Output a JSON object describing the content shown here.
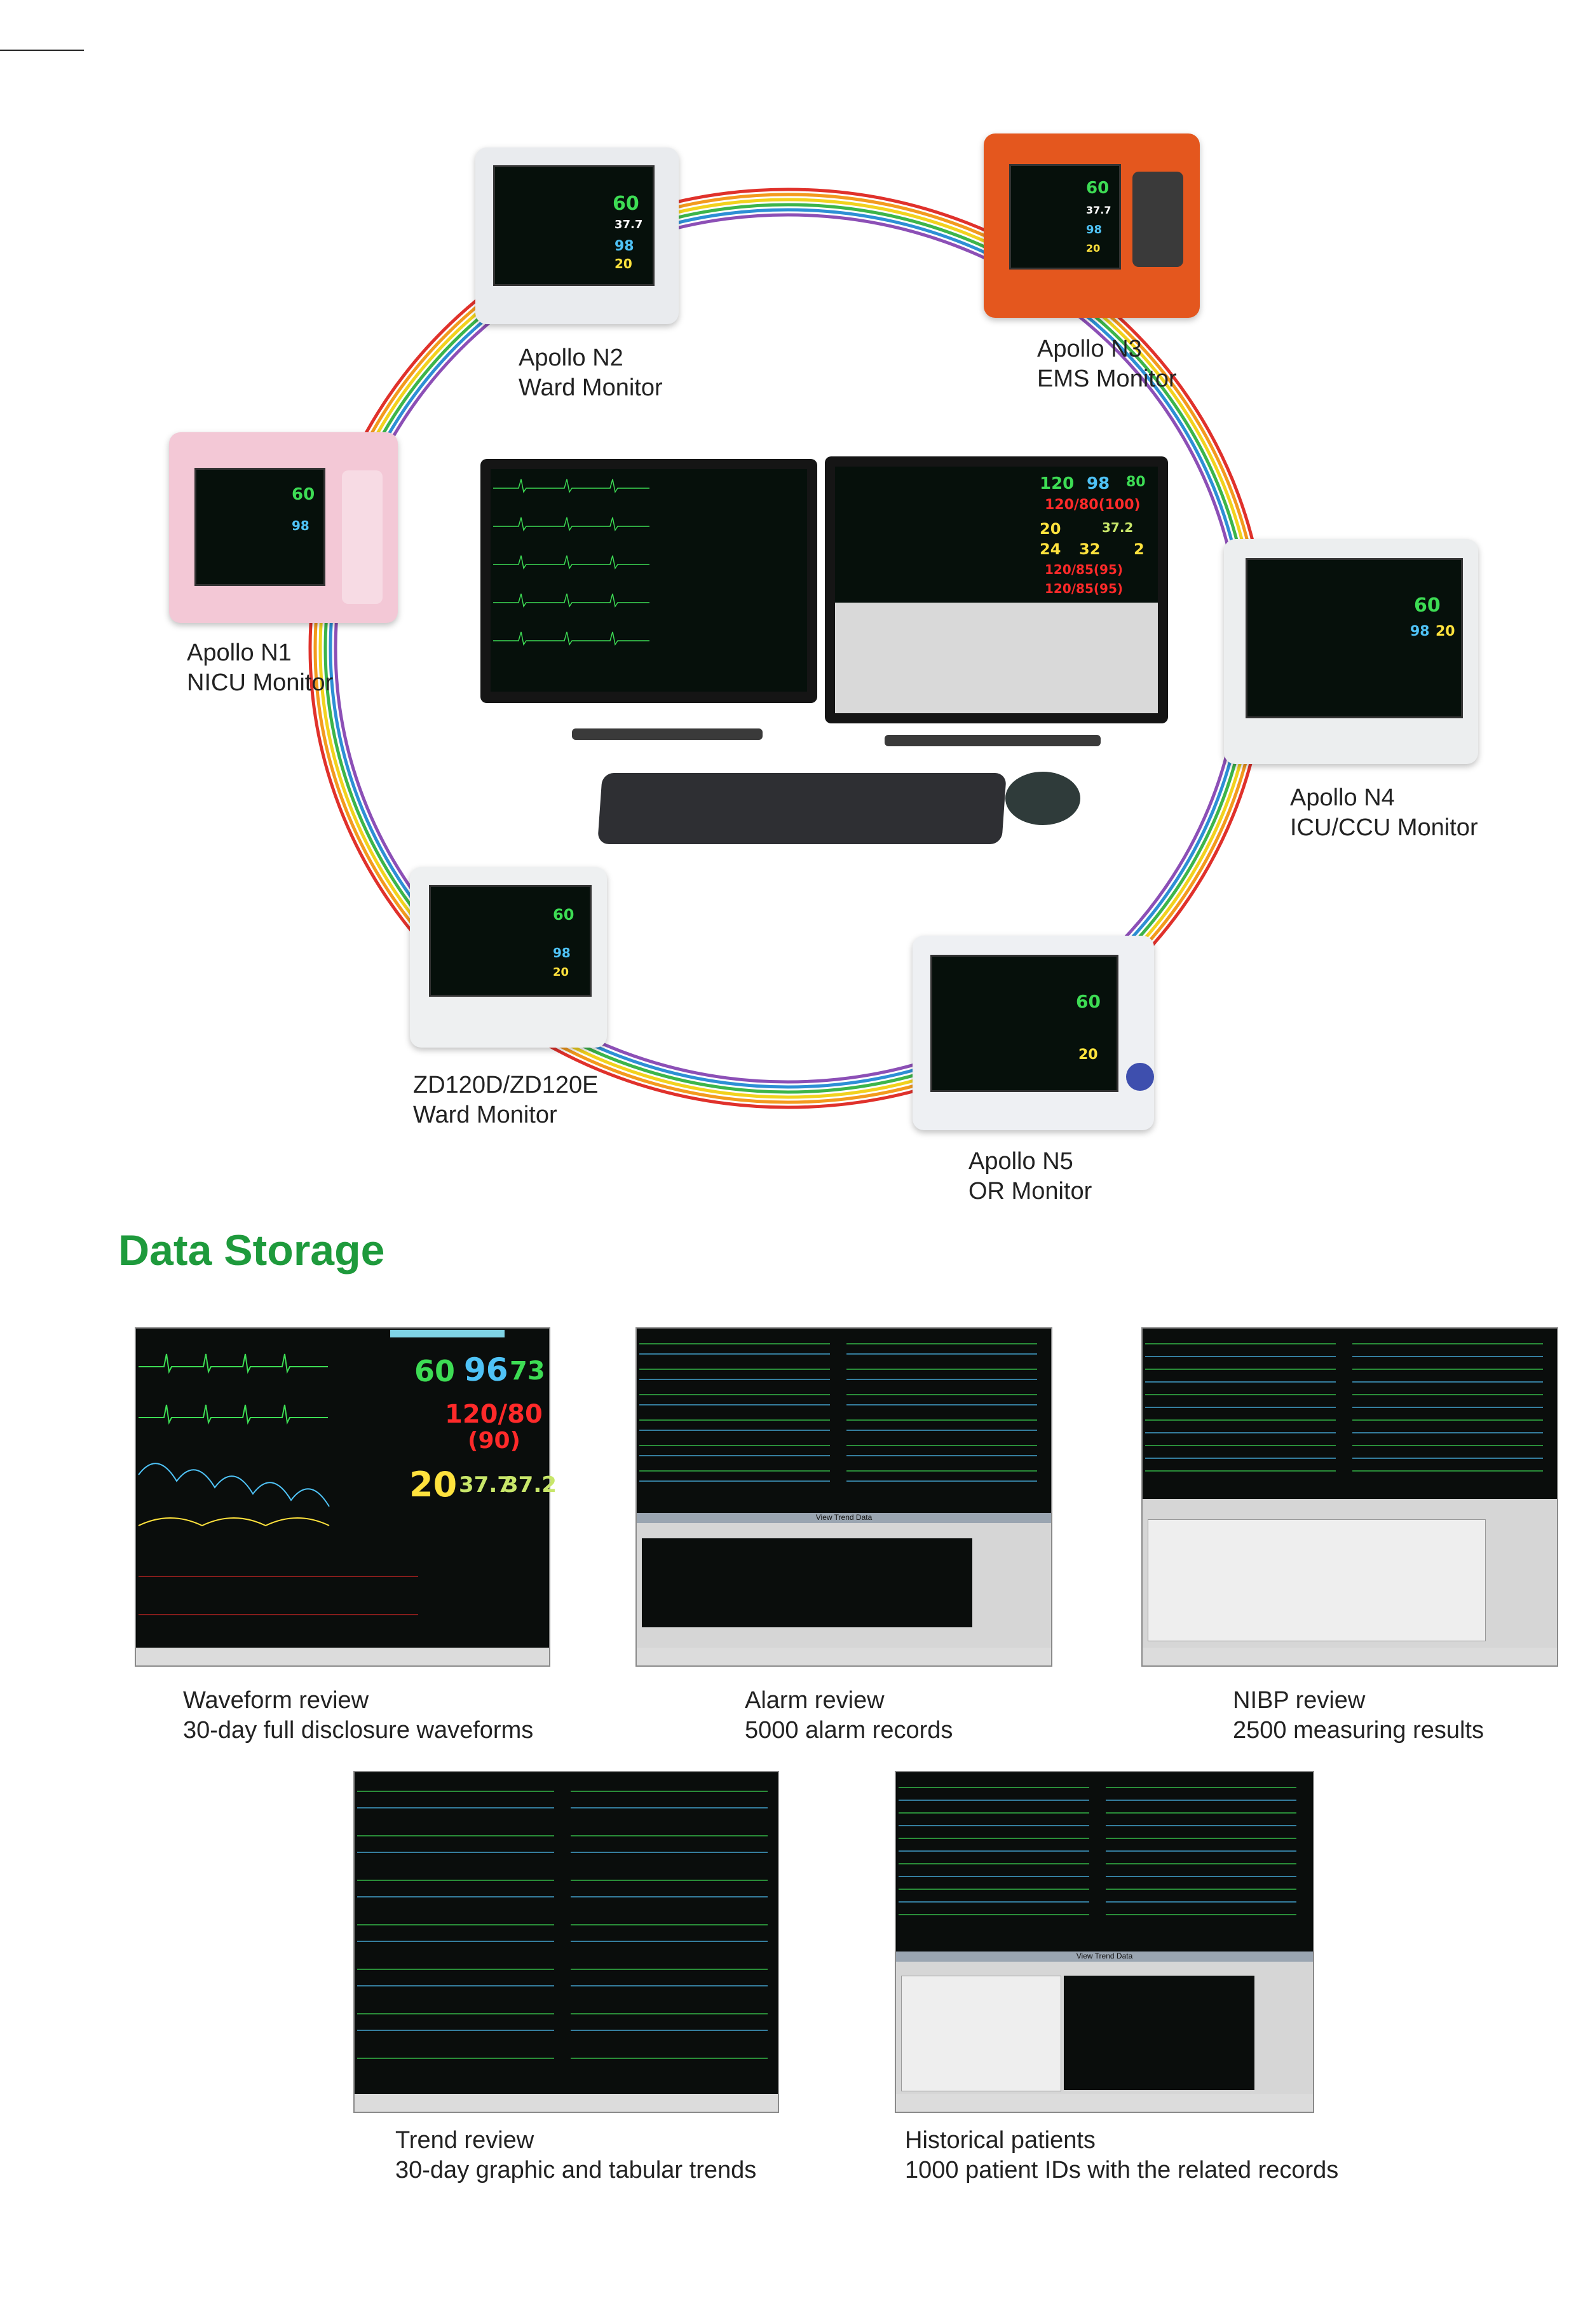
{
  "devices": [
    {
      "id": "n2",
      "name": "Apollo N2",
      "role": "Ward Monitor"
    },
    {
      "id": "n3",
      "name": "Apollo N3",
      "role": "EMS Monitor"
    },
    {
      "id": "n1",
      "name": "Apollo N1",
      "role": "NICU Monitor"
    },
    {
      "id": "n4",
      "name": "Apollo N4",
      "role": "ICU/CCU Monitor"
    },
    {
      "id": "zd",
      "name": "ZD120D/ZD120E",
      "role": "Ward Monitor"
    },
    {
      "id": "n5",
      "name": "Apollo N5",
      "role": "OR Monitor"
    }
  ],
  "central_station": {
    "right_screen_values": [
      "120",
      "98",
      "80",
      "120/80(100)",
      "20",
      "37.2",
      "24",
      "32",
      "2",
      "120/85(95)",
      "120/85(95)"
    ]
  },
  "section_title": "Data Storage",
  "screens": [
    {
      "title": "Waveform review",
      "desc": "30-day full disclosure waveforms",
      "values": [
        "60",
        "96",
        "73",
        "120/80",
        "(90)",
        "20",
        "37.7",
        "37.2"
      ]
    },
    {
      "title": "Alarm review",
      "desc": "5000 alarm records",
      "panel": "View Trend Data"
    },
    {
      "title": "NIBP review",
      "desc": "2500 measuring results"
    },
    {
      "title": "Trend review",
      "desc": "30-day graphic and tabular trends"
    },
    {
      "title": "Historical patients",
      "desc": "1000 patient IDs with the related records",
      "panel": "View Trend Data"
    }
  ],
  "colors": {
    "heading": "#1e9a3c",
    "hr": "#3ddc54",
    "spo2": "#4fc3f7",
    "nibp": "#ff2a2a",
    "resp": "#ffe23d",
    "temp": "#c8e66a"
  }
}
